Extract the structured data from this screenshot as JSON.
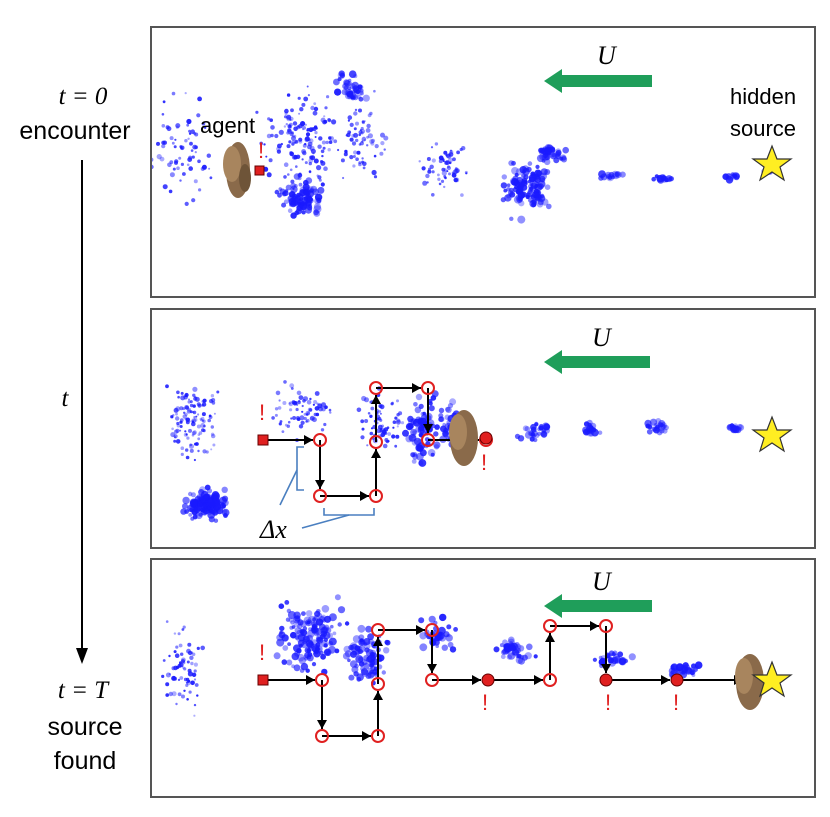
{
  "timeline": {
    "start_time": "t = 0",
    "start_event": "encounter",
    "mid_time": "t",
    "end_time": "t = T",
    "end_event_line1": "source",
    "end_event_line2": "found"
  },
  "panels": [
    {
      "wind_label": "U",
      "agent_label": "agent",
      "source_label_line1": "hidden",
      "source_label_line2": "source",
      "detection_mark": "!"
    },
    {
      "wind_label": "U",
      "step_label": "Δx",
      "detection_mark": "!"
    },
    {
      "wind_label": "U",
      "detection_mark": "!"
    }
  ],
  "colors": {
    "plume": "#1a1aff",
    "wind_arrow": "#1f9e5a",
    "detection": "#e02020",
    "waypoint": "#e02020",
    "star": "#ffee22",
    "moth": "#8a6a4a",
    "bracket": "#4a7fc0"
  },
  "icons": [
    "moth-icon",
    "star-icon",
    "wind-arrow-icon"
  ]
}
